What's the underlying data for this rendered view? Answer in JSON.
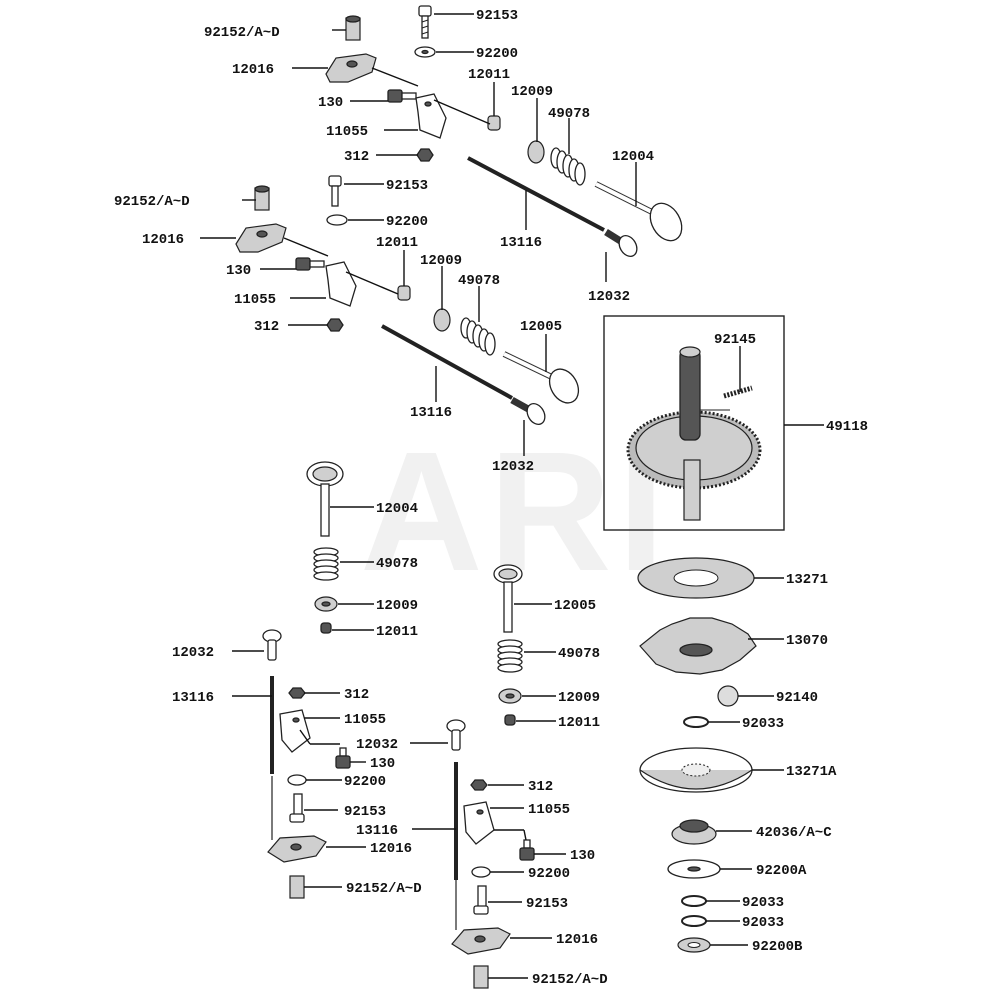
{
  "watermark": "ARI",
  "labels": {
    "l01": "92153",
    "l02": "92152/A~D",
    "l03": "92200",
    "l04": "12016",
    "l05": "12011",
    "l06": "12009",
    "l07": "130",
    "l08": "49078",
    "l09": "11055",
    "l10": "12004",
    "l11": "312",
    "l12": "92153",
    "l13": "92152/A~D",
    "l14": "92200",
    "l15": "12016",
    "l16": "12011",
    "l17": "13116",
    "l18": "12009",
    "l19": "130",
    "l20": "49078",
    "l21": "12032",
    "l22": "11055",
    "l23": "12005",
    "l24": "312",
    "l25": "92145",
    "l26": "13116",
    "l27": "49118",
    "l28": "12032",
    "l29": "12004",
    "l30": "49078",
    "l31": "13271",
    "l32": "12009",
    "l33": "12005",
    "l34": "12011",
    "l35": "13070",
    "l36": "12032",
    "l37": "49078",
    "l38": "13116",
    "l39": "312",
    "l40": "12009",
    "l41": "92140",
    "l42": "11055",
    "l43": "12011",
    "l44": "92033",
    "l45": "12032",
    "l46": "130",
    "l47": "13271A",
    "l48": "92200",
    "l49": "312",
    "l50": "92153",
    "l51": "11055",
    "l52": "13116",
    "l53": "42036/A~C",
    "l54": "12016",
    "l55": "130",
    "l56": "92200A",
    "l57": "92152/A~D",
    "l58": "92200",
    "l59": "92033",
    "l60": "92153",
    "l61": "92033",
    "l62": "12016",
    "l63": "92200B",
    "l64": "92152/A~D"
  }
}
